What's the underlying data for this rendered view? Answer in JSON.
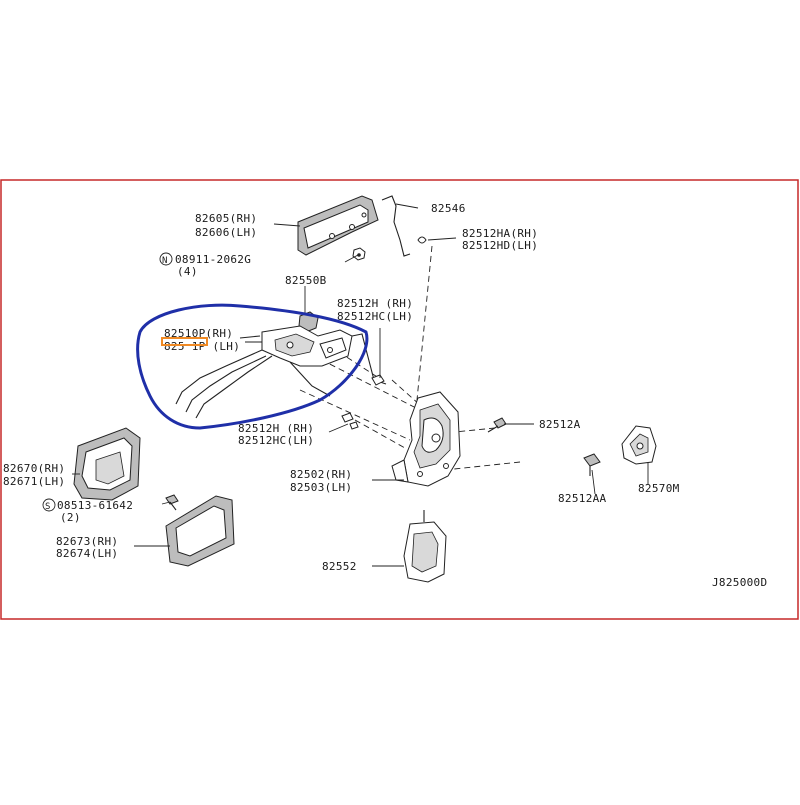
{
  "parts": {
    "p82605": "82605(RH)",
    "p82606": "82606(LH)",
    "p82546": "82546",
    "p82512HA": "82512HA(RH)",
    "p82512HD": "82512HD(LH)",
    "nut_code": "08911-2062G",
    "nut_prefix": "N",
    "nut_qty": "(4)",
    "p82550B": "82550B",
    "p82512H_top": "82512H (RH)",
    "p82512HC_top": "82512HC(LH)",
    "p82510P": "82510P(RH)",
    "p82511P_partial": "825 1P (LH)",
    "p82512H_low": "82512H (RH)",
    "p82512HC_low": "82512HC(LH)",
    "p82512A": "82512A",
    "p82670": "82670(RH)",
    "p82671": "82671(LH)",
    "screw_code": "08513-61642",
    "screw_prefix": "S",
    "screw_qty": "(2)",
    "p82502": "82502(RH)",
    "p82503": "82503(LH)",
    "p82512AA": "82512AA",
    "p82570M": "82570M",
    "p82673": "82673(RH)",
    "p82674": "82674(LH)",
    "p82552": "82552",
    "diagram_id": "J825000D"
  },
  "colors": {
    "frame": "#c62828",
    "highlight_loop": "#1f2fa8",
    "highlight_box": "#f08a24",
    "line": "#222222"
  }
}
